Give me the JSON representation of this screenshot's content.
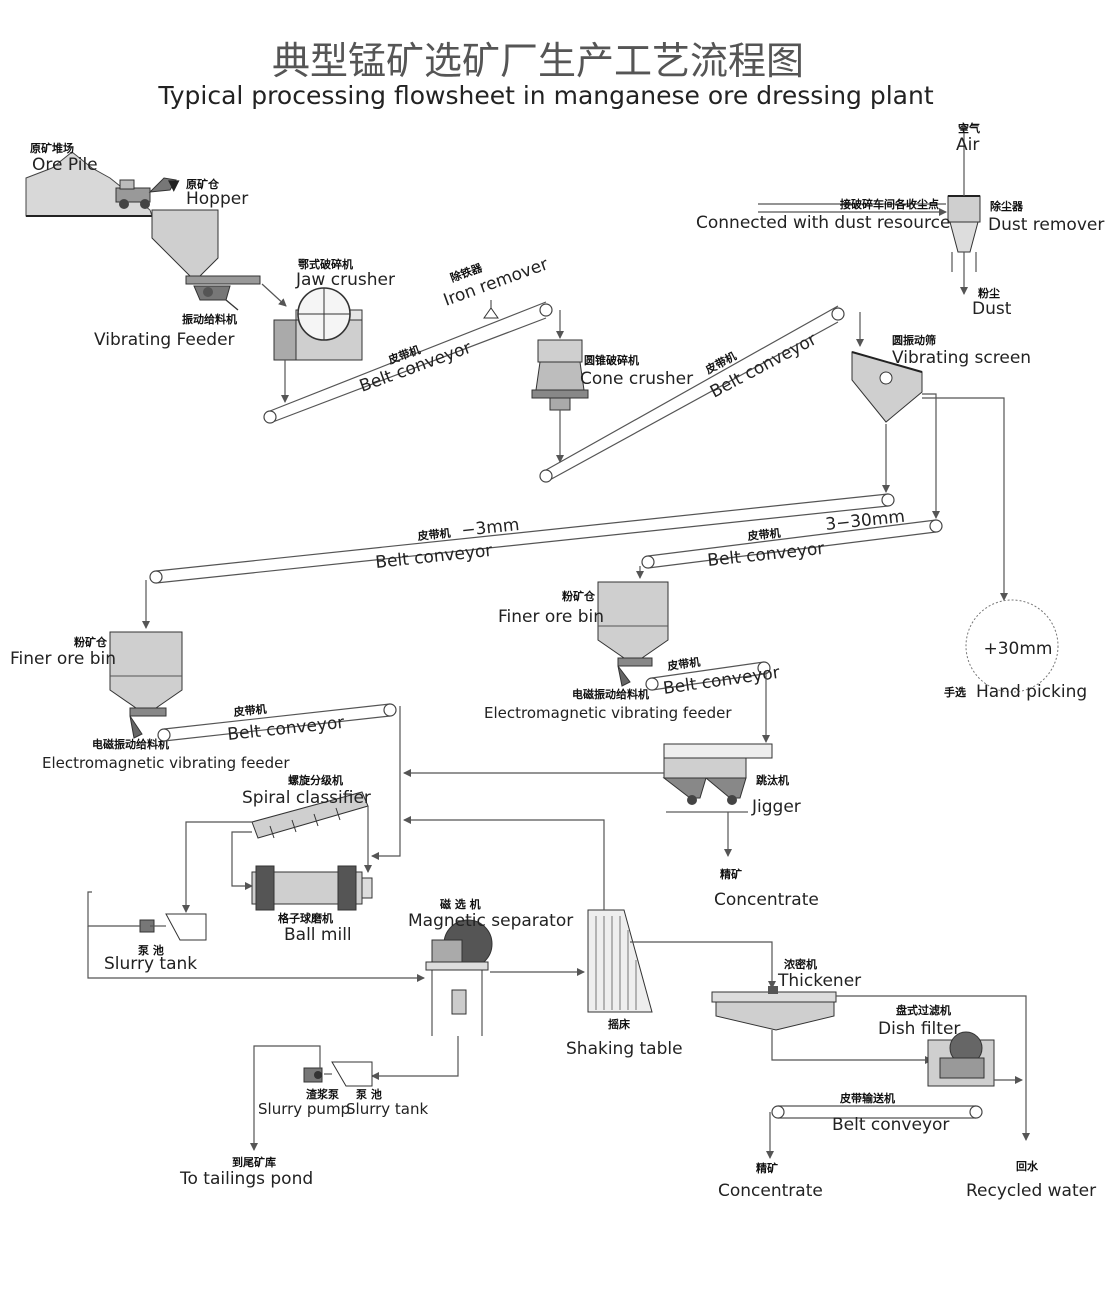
{
  "title": {
    "zh": "典型锰矿选矿厂生产工艺流程图",
    "en": "Typical processing flowsheet in manganese ore dressing plant"
  },
  "labels": {
    "ore_pile": {
      "zh": "原矿堆场",
      "en": "Ore Pile"
    },
    "hopper": {
      "zh": "原矿仓",
      "en": "Hopper"
    },
    "vibrating_feeder": {
      "zh": "振动给料机",
      "en": "Vibrating  Feeder"
    },
    "jaw_crusher": {
      "zh": "鄂式破碎机",
      "en": "Jaw crusher"
    },
    "iron_remover": {
      "zh": "除铁器",
      "en": "Iron remover"
    },
    "belt1": {
      "zh": "皮带机",
      "en": "Belt conveyor"
    },
    "cone_crusher": {
      "zh": "圆锥破碎机",
      "en": "Cone crusher"
    },
    "belt2": {
      "zh": "皮带机",
      "en": "Belt conveyor"
    },
    "air": {
      "zh": "空气",
      "en": "Air"
    },
    "dust_point": {
      "zh": "接破碎车间各收尘点",
      "en": "Connected with dust resource"
    },
    "dust_remover": {
      "zh": "除尘器",
      "en": "Dust remover"
    },
    "dust": {
      "zh": "粉尘",
      "en": "Dust"
    },
    "vibrating_screen": {
      "zh": "圆振动筛",
      "en": "Vibrating  screen"
    },
    "belt3": {
      "zh": "皮带机",
      "en": "Belt conveyor",
      "size": "−3mm"
    },
    "belt4": {
      "zh": "皮带机",
      "en": "Belt conveyor",
      "size": "3−30mm"
    },
    "hand_picking": {
      "zh": "手选",
      "en": "Hand picking",
      "size": "+30mm"
    },
    "bin_left": {
      "zh": "粉矿仓",
      "en": "Finer ore bin"
    },
    "bin_right": {
      "zh": "粉矿仓",
      "en": "Finer ore bin"
    },
    "em_feeder_left": {
      "zh": "电磁振动给料机",
      "en": "Electromagnetic vibrating feeder"
    },
    "em_feeder_right": {
      "zh": "电磁振动给料机",
      "en": "Electromagnetic vibrating feeder"
    },
    "belt5": {
      "zh": "皮带机",
      "en": "Belt conveyor"
    },
    "belt6": {
      "zh": "皮带机",
      "en": "Belt conveyor"
    },
    "spiral_classifier": {
      "zh": "螺旋分级机",
      "en": "Spiral classifier"
    },
    "ball_mill": {
      "zh": "格子球磨机",
      "en": "Ball mill"
    },
    "slurry_tank_left": {
      "zh": "泵 池",
      "en": "Slurry tank"
    },
    "jigger": {
      "zh": "跳汰机",
      "en": "Jigger"
    },
    "concentrate_jig": {
      "zh": "精矿",
      "en": "Concentrate"
    },
    "magnetic_separator": {
      "zh": "磁 选 机",
      "en": "Magnetic separator"
    },
    "shaking_table": {
      "zh": "摇床",
      "en": "Shaking table"
    },
    "thickener": {
      "zh": "浓密机",
      "en": "Thickener"
    },
    "dish_filter": {
      "zh": "盘式过滤机",
      "en": "Dish filter"
    },
    "slurry_pump": {
      "zh": "渣浆泵",
      "en": "Slurry pump"
    },
    "slurry_tank_bottom": {
      "zh": "泵 池",
      "en": "Slurry tank"
    },
    "belt7": {
      "zh": "皮带输送机",
      "en": "Belt conveyor"
    },
    "tailings": {
      "zh": "到尾矿库",
      "en": "To tailings pond"
    },
    "concentrate_final": {
      "zh": "精矿",
      "en": "Concentrate"
    },
    "recycled_water": {
      "zh": "回水",
      "en": "Recycled water"
    }
  }
}
